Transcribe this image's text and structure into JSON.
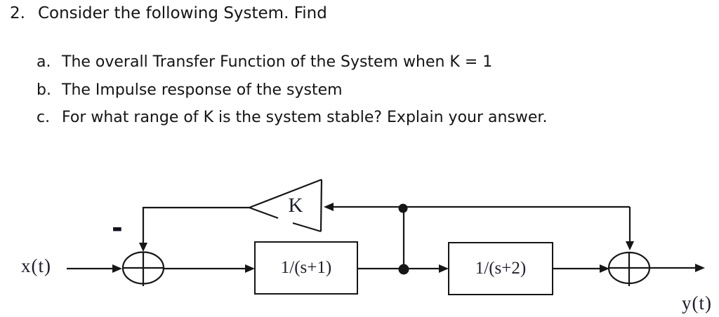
{
  "problem": {
    "number": "2.",
    "title": "Consider the following System. Find",
    "items": [
      {
        "label": "a.",
        "text": "The overall Transfer Function of the System when K = 1"
      },
      {
        "label": "b.",
        "text": "The Impulse response of the system"
      },
      {
        "label": "c.",
        "text": "For what range of K is the system stable? Explain your answer."
      }
    ]
  },
  "diagram": {
    "input_label": "x(t)",
    "output_label": "y(t)",
    "gain_label": "K",
    "minus_label": "-",
    "block1_label": "1/(s+1)",
    "block2_label": "1/(s+2)",
    "colors": {
      "stroke": "#161616",
      "text": "#1d1d2e",
      "background": "#ffffff"
    }
  }
}
